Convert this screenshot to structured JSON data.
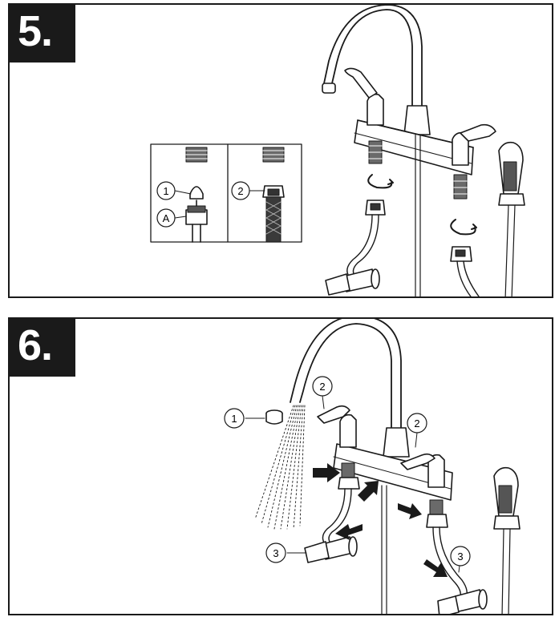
{
  "steps": {
    "five": {
      "number": "5."
    },
    "six": {
      "number": "6."
    }
  },
  "callouts": {
    "five": {
      "inset_one": "1",
      "inset_a": "A",
      "inset_two": "2"
    },
    "six": {
      "one": "1",
      "two_left": "2",
      "two_right": "2",
      "three_left": "3",
      "three_right": "3"
    }
  },
  "icons": [
    "rotate-arrow-icon",
    "push-arrow-icon",
    "faucet-illustration",
    "side-sprayer-illustration",
    "shutoff-valve-illustration",
    "supply-hose-illustration"
  ],
  "colors": {
    "ink": "#1a1a1a",
    "badge": "#1a1a1a",
    "paper": "#ffffff"
  }
}
